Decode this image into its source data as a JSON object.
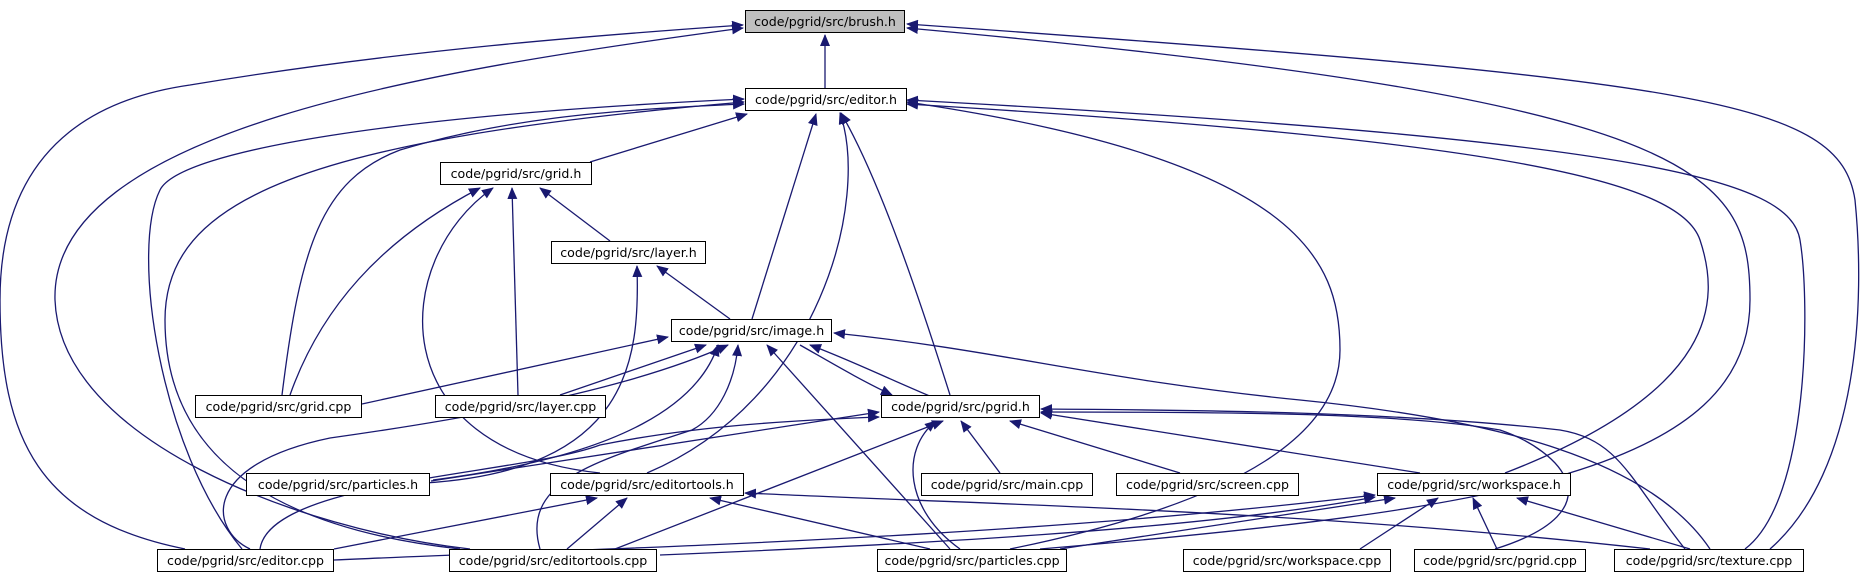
{
  "diagram": {
    "root": "code/pgrid/src/brush.h",
    "nodes": {
      "brush_h": "code/pgrid/src/brush.h",
      "editor_h": "code/pgrid/src/editor.h",
      "grid_h": "code/pgrid/src/grid.h",
      "layer_h": "code/pgrid/src/layer.h",
      "image_h": "code/pgrid/src/image.h",
      "grid_cpp": "code/pgrid/src/grid.cpp",
      "layer_cpp": "code/pgrid/src/layer.cpp",
      "pgrid_h": "code/pgrid/src/pgrid.h",
      "particles_h": "code/pgrid/src/particles.h",
      "editortools_h": "code/pgrid/src/editortools.h",
      "main_cpp": "code/pgrid/src/main.cpp",
      "screen_cpp": "code/pgrid/src/screen.cpp",
      "workspace_h": "code/pgrid/src/workspace.h",
      "editor_cpp": "code/pgrid/src/editor.cpp",
      "editortools_cpp": "code/pgrid/src/editortools.cpp",
      "particles_cpp": "code/pgrid/src/particles.cpp",
      "workspace_cpp": "code/pgrid/src/workspace.cpp",
      "pgrid_cpp": "code/pgrid/src/pgrid.cpp",
      "texture_cpp": "code/pgrid/src/texture.cpp"
    },
    "edges": [
      [
        "brush_h",
        "editor_h"
      ],
      [
        "brush_h",
        "editor_cpp"
      ],
      [
        "brush_h",
        "editortools_cpp"
      ],
      [
        "brush_h",
        "particles_cpp"
      ],
      [
        "brush_h",
        "texture_cpp"
      ],
      [
        "editor_h",
        "grid_h"
      ],
      [
        "editor_h",
        "grid_cpp"
      ],
      [
        "editor_h",
        "image_h"
      ],
      [
        "editor_h",
        "pgrid_h"
      ],
      [
        "editor_h",
        "editortools_h"
      ],
      [
        "editor_h",
        "editor_cpp"
      ],
      [
        "editor_h",
        "editortools_cpp"
      ],
      [
        "editor_h",
        "particles_cpp"
      ],
      [
        "editor_h",
        "workspace_h"
      ],
      [
        "editor_h",
        "texture_cpp"
      ],
      [
        "grid_h",
        "layer_h"
      ],
      [
        "grid_h",
        "grid_cpp"
      ],
      [
        "grid_h",
        "layer_cpp"
      ],
      [
        "grid_h",
        "editortools_h"
      ],
      [
        "layer_h",
        "image_h"
      ],
      [
        "layer_h",
        "particles_h"
      ],
      [
        "image_h",
        "grid_cpp"
      ],
      [
        "image_h",
        "layer_cpp"
      ],
      [
        "image_h",
        "pgrid_h"
      ],
      [
        "image_h",
        "particles_h"
      ],
      [
        "image_h",
        "editor_cpp"
      ],
      [
        "image_h",
        "editortools_cpp"
      ],
      [
        "image_h",
        "particles_cpp"
      ],
      [
        "image_h",
        "texture_cpp"
      ],
      [
        "pgrid_h",
        "image_h"
      ],
      [
        "pgrid_h",
        "particles_h"
      ],
      [
        "pgrid_h",
        "main_cpp"
      ],
      [
        "pgrid_h",
        "screen_cpp"
      ],
      [
        "pgrid_h",
        "workspace_h"
      ],
      [
        "pgrid_h",
        "editor_cpp"
      ],
      [
        "pgrid_h",
        "editortools_cpp"
      ],
      [
        "pgrid_h",
        "particles_cpp"
      ],
      [
        "pgrid_h",
        "pgrid_cpp"
      ],
      [
        "pgrid_h",
        "texture_cpp"
      ],
      [
        "editortools_h",
        "editor_cpp"
      ],
      [
        "editortools_h",
        "editortools_cpp"
      ],
      [
        "editortools_h",
        "particles_cpp"
      ],
      [
        "editortools_h",
        "texture_cpp"
      ],
      [
        "workspace_h",
        "editor_cpp"
      ],
      [
        "workspace_h",
        "editortools_cpp"
      ],
      [
        "workspace_h",
        "particles_cpp"
      ],
      [
        "workspace_h",
        "workspace_cpp"
      ],
      [
        "workspace_h",
        "pgrid_cpp"
      ],
      [
        "workspace_h",
        "texture_cpp"
      ]
    ],
    "edge_color": "#191970",
    "root_fill": "#bfbfbf",
    "node_fill": "#ffffff"
  }
}
